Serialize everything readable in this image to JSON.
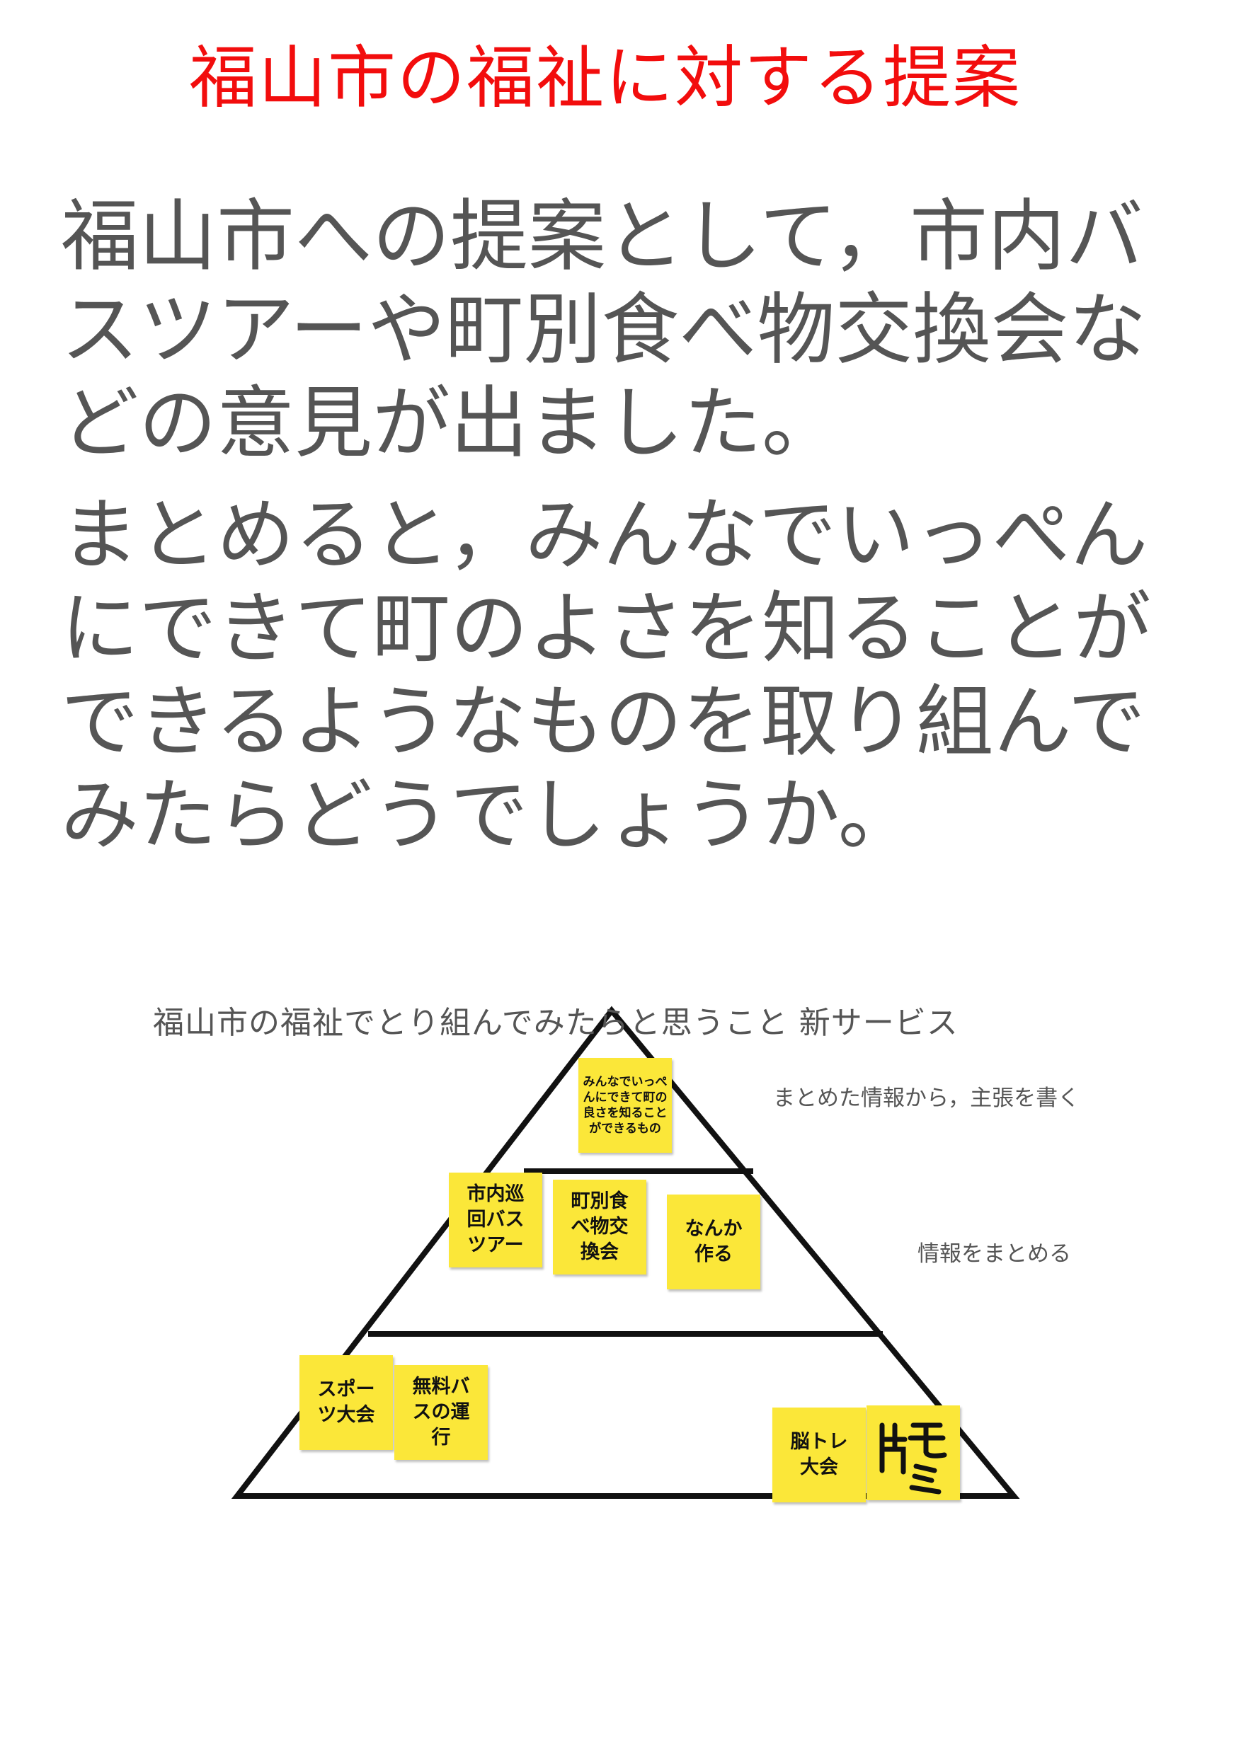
{
  "title": "福山市の福祉に対する提案",
  "paragraphs": [
    "福山市への提案として，市内バスツアーや町別食べ物交換会などの意見が出ました。",
    "まとめると，みんなでいっぺんにできて町のよさを知ることができるようなものを取り組んでみたらどうでしょうか。"
  ],
  "diagram": {
    "title": "福山市の福祉でとり組んでみたらと思うこと 新サービス",
    "tier_notes": {
      "top": "まとめた情報から，主張を書く",
      "middle": "情報をまとめる"
    },
    "sticky_notes": {
      "top": "みんなでいっぺ\nんにできて町の\n良さを知ること\nができるもの",
      "bus": "市内巡\n回バス\nツアー",
      "food": "町別食\nべ物交\n換会",
      "make": "なんか\n作る",
      "sports": "スポー\nツ大会",
      "free_bus": "無料バ\nスの運\n行",
      "brain": "脳トレ\n大会",
      "handwritten": "片モミ"
    },
    "colors": {
      "sticky_note": "#fbe739",
      "title": "#f20d0d",
      "body_text": "#555555"
    }
  }
}
